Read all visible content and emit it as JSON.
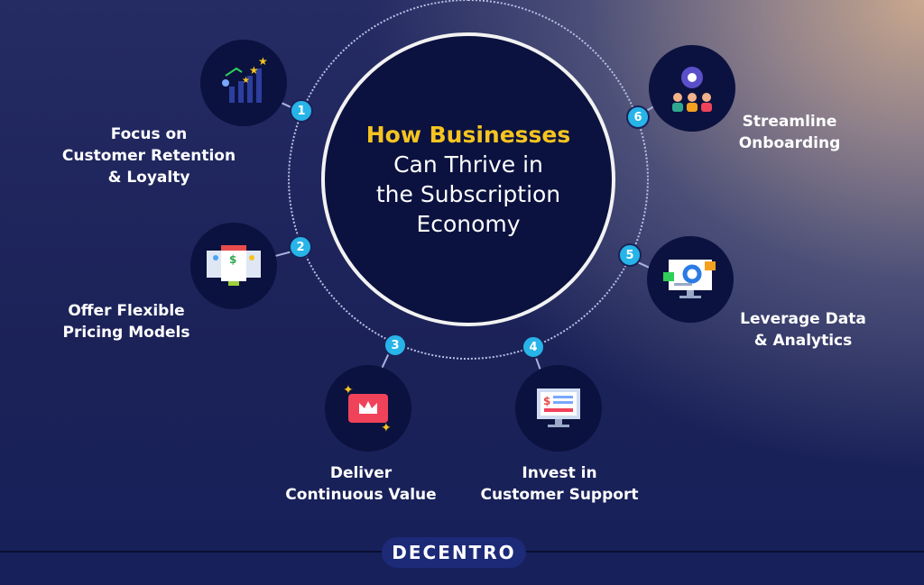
{
  "title": {
    "highlight": "How Businesses",
    "line2": "Can Thrive in",
    "line3": "the Subscription",
    "line4": "Economy"
  },
  "steps": [
    {
      "number": "1",
      "label_lines": [
        "Focus on",
        "Customer Retention",
        "& Loyalty"
      ],
      "icon": "growth-chart-stars-icon"
    },
    {
      "number": "2",
      "label_lines": [
        "Offer Flexible",
        "Pricing Models"
      ],
      "icon": "pricing-cards-icon"
    },
    {
      "number": "3",
      "label_lines": [
        "Deliver",
        "Continuous Value"
      ],
      "icon": "crown-ticket-icon"
    },
    {
      "number": "4",
      "label_lines": [
        "Invest in",
        "Customer Support"
      ],
      "icon": "monitor-invoice-icon"
    },
    {
      "number": "5",
      "label_lines": [
        "Leverage Data",
        "& Analytics"
      ],
      "icon": "analytics-dashboard-icon"
    },
    {
      "number": "6",
      "label_lines": [
        "Streamline",
        "Onboarding"
      ],
      "icon": "gear-team-icon"
    }
  ],
  "brand": "DECENTRO",
  "colors": {
    "accent": "#f6c420",
    "badge": "#27b4e8",
    "circle": "#0b123f"
  }
}
